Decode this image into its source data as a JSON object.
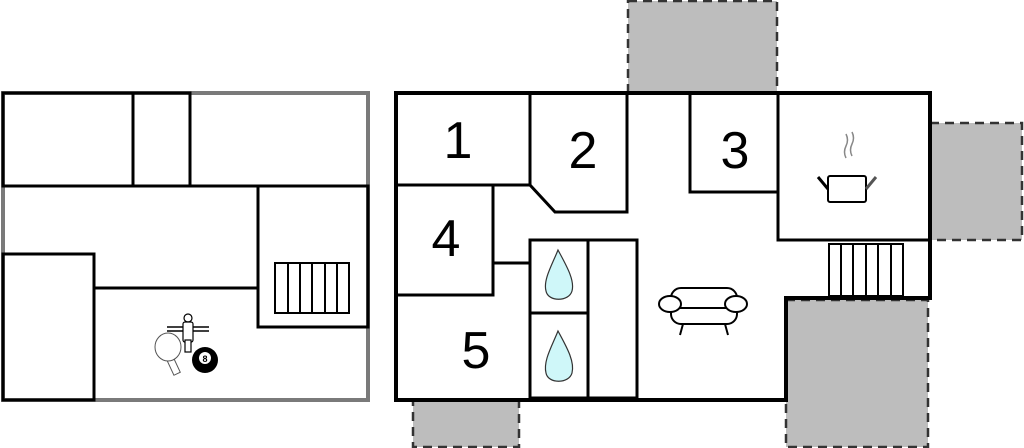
{
  "floor_plan": {
    "rooms": [
      {
        "label": "1"
      },
      {
        "label": "2"
      },
      {
        "label": "3"
      },
      {
        "label": "4"
      },
      {
        "label": "5"
      }
    ],
    "billiard_ball_number": "8",
    "colors": {
      "terrace": "#bdbdbd",
      "water": "#cff7f9",
      "lower_outline": "#7a7a7a"
    }
  }
}
